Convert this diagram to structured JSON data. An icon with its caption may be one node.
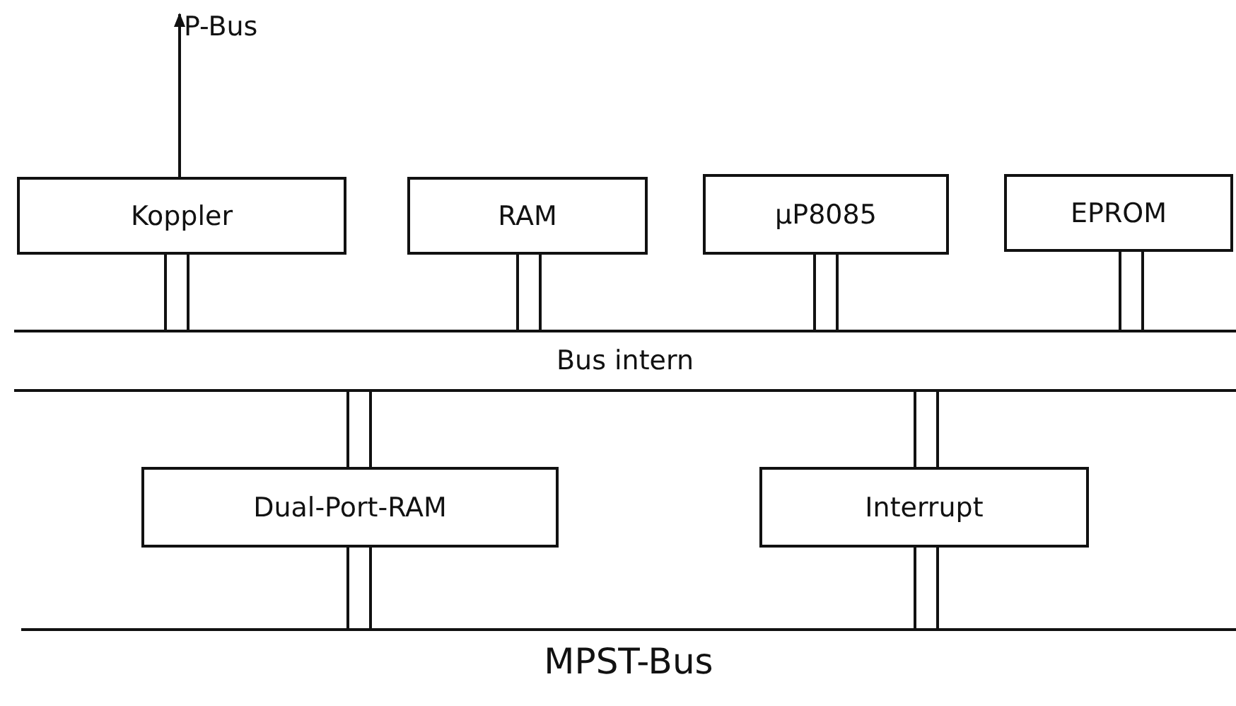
{
  "diagram": {
    "nodes": [
      {
        "text": [
          "P-Bus"
        ]
      },
      {
        "text": [
          "Koppler"
        ]
      },
      {
        "text": [
          "RAM"
        ]
      },
      {
        "text": [
          "µP8085"
        ]
      },
      {
        "text": [
          "EPROM"
        ]
      },
      {
        "text": [
          "Bus intern"
        ]
      },
      {
        "text": [
          "Dual-Port-RAM"
        ]
      },
      {
        "text": [
          "Interrupt"
        ]
      },
      {
        "text": [
          "MPST-Bus"
        ]
      }
    ],
    "edges": [
      {
        "from": 1,
        "to": 0,
        "arrow": "to"
      },
      {
        "from": 1,
        "to": 5,
        "arrow": "none"
      },
      {
        "from": 2,
        "to": 5,
        "arrow": "none"
      },
      {
        "from": 3,
        "to": 5,
        "arrow": "none"
      },
      {
        "from": 4,
        "to": 5,
        "arrow": "none"
      },
      {
        "from": 5,
        "to": 6,
        "arrow": "none"
      },
      {
        "from": 5,
        "to": 7,
        "arrow": "none"
      },
      {
        "from": 6,
        "to": 8,
        "arrow": "none"
      },
      {
        "from": 7,
        "to": 8,
        "arrow": "none"
      }
    ]
  }
}
